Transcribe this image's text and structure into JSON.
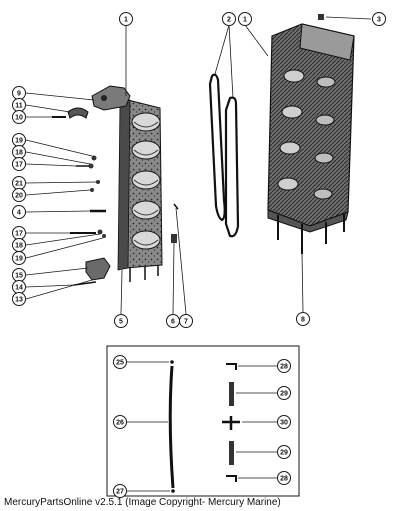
{
  "footer": {
    "copyright": "MercuryPartsOnline v2.5.1 (Image Copyright- Mercury Marine)"
  },
  "callouts": {
    "c1a": "1",
    "c1b": "1",
    "c2": "2",
    "c3": "3",
    "c9": "9",
    "c11": "11",
    "c10": "10",
    "c19": "19",
    "c18a": "18",
    "c17a": "17",
    "c21": "21",
    "c20": "20",
    "c4": "4",
    "c17b": "17",
    "c18b": "18",
    "c19b": "19",
    "c15": "15",
    "c14": "14",
    "c13": "13",
    "c5": "5",
    "c6": "6",
    "c7": "7",
    "c8": "8",
    "c25": "25",
    "c26": "26",
    "c27": "27",
    "c28a": "28",
    "c29a": "29",
    "c30": "30",
    "c29b": "29",
    "c28b": "28"
  }
}
